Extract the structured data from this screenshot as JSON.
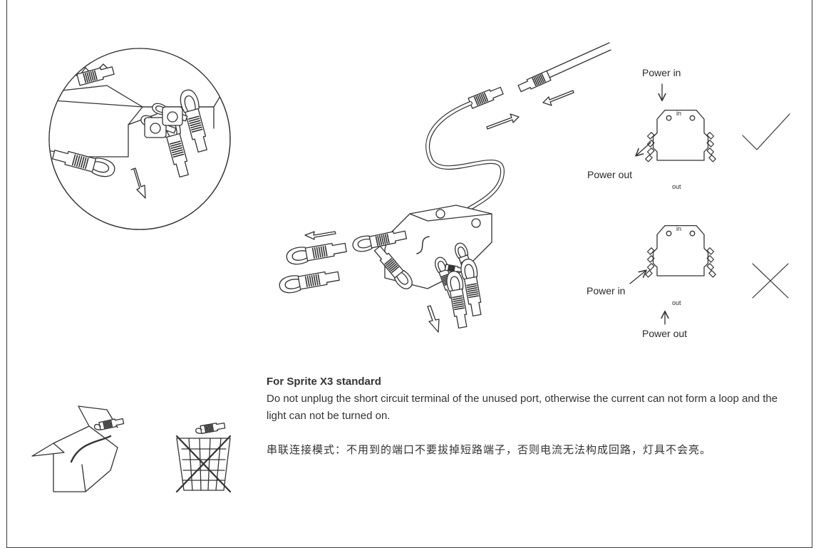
{
  "labels": {
    "correct_power_in": "Power in",
    "correct_power_out": "Power out",
    "wrong_power_in": "Power in",
    "wrong_power_out": "Power out",
    "port_in": "in",
    "port_out": "out"
  },
  "note": {
    "heading": "For Sprite X3 standard",
    "body_en": "Do not unplug the short circuit terminal of the unused port, otherwise the current can not form a loop and the light can not be turned on.",
    "body_cn": "串联连接模式：不用到的端口不要拔掉短路端子，否则电流无法构成回路，灯具不会亮。"
  },
  "icons": {
    "correct": "check-mark-icon",
    "wrong": "cross-mark-icon",
    "keep": "storage-box-icon",
    "discard": "no-trash-icon"
  }
}
